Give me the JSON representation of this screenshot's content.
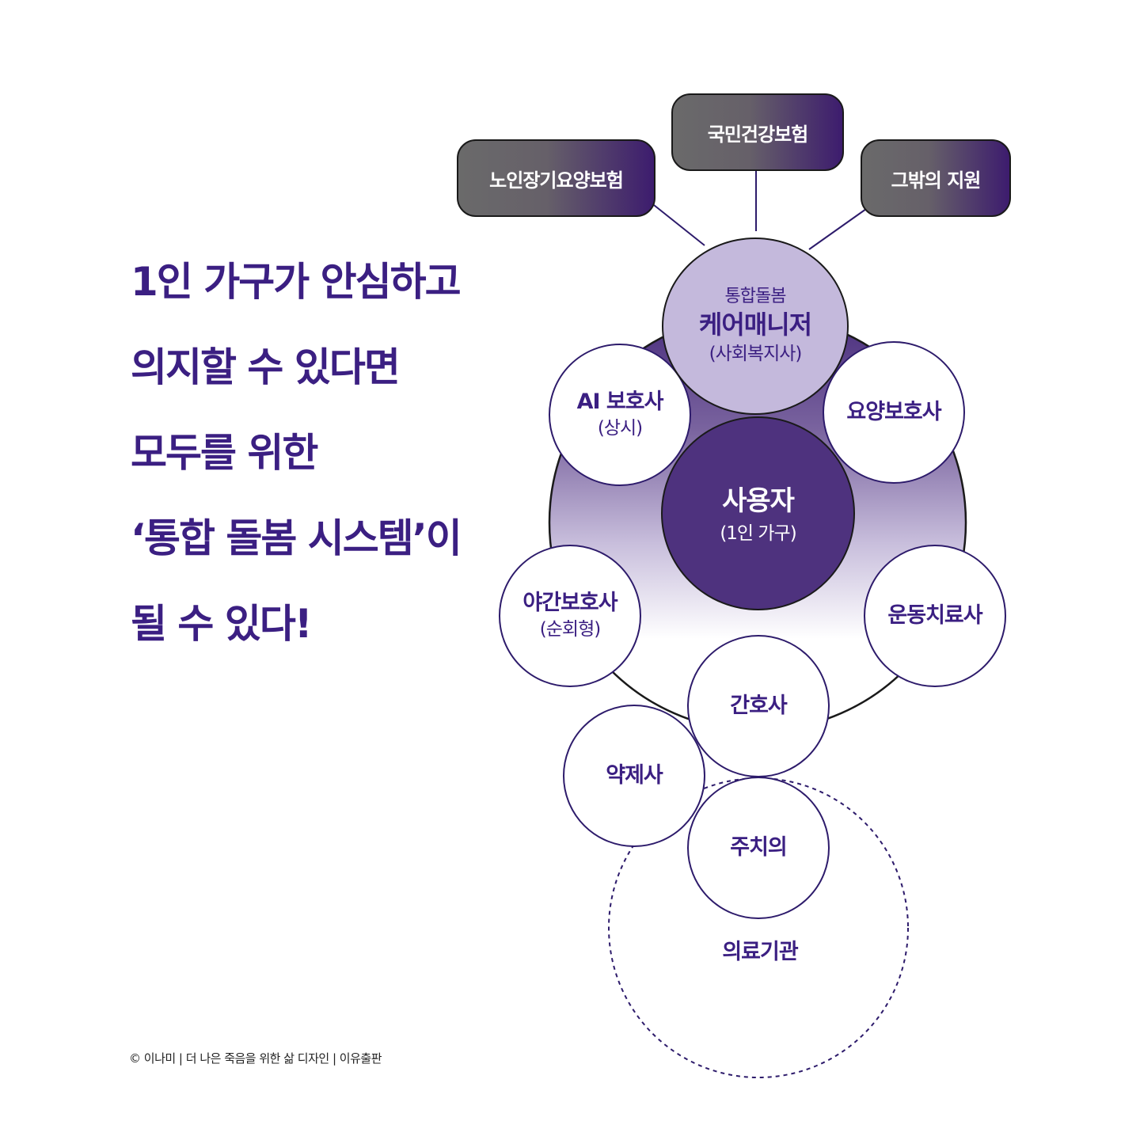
{
  "headline": [
    "1인 가구가 안심하고",
    "의지할 수 있다면",
    "모두를 위한",
    "‘통합 돌봄 시스템’이",
    "될 수 있다!"
  ],
  "funding": {
    "national_health": "국민건강보험",
    "long_term_care": "노인장기요양보험",
    "other_support": "그밖의 지원"
  },
  "care_manager": {
    "top": "통합돌봄",
    "main": "케어매니저",
    "sub": "(사회복지사)"
  },
  "user": {
    "main": "사용자",
    "sub": "(1인 가구)"
  },
  "roles": {
    "ai_caregiver": {
      "main": "AI 보호사",
      "sub": "(상시)"
    },
    "care_worker": "요양보호사",
    "night_caregiver": {
      "main": "야간보호사",
      "sub": "(순회형)"
    },
    "physio": "운동치료사",
    "nurse": "간호사",
    "pharmacist": "약제사",
    "primary_doctor": "주치의"
  },
  "medical_institution": "의료기관",
  "copyright": "© 이나미 | 더 나은 죽음을 위한 삶 디자인 | 이유출판",
  "colors": {
    "accent_purple": "#3b1f82",
    "user_fill": "#4e327e",
    "care_manager_fill": "#c4b9dc",
    "fund_box_dark": "#3d1c6e",
    "fund_box_gray": "#6a6a6a"
  }
}
